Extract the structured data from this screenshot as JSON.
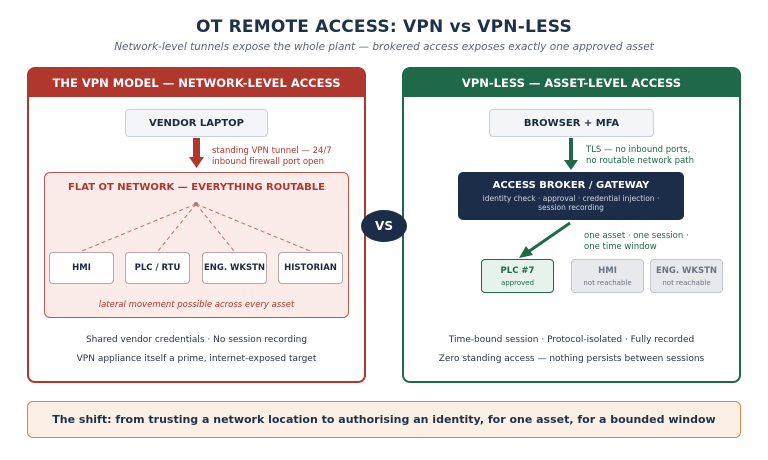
{
  "title": "OT REMOTE ACCESS: VPN vs VPN-LESS",
  "subtitle": "Network-level tunnels expose the whole plant — brokered access exposes exactly one approved asset",
  "vpn": {
    "heading": "THE VPN MODEL — NETWORK-LEVEL ACCESS",
    "laptop": "VENDOR LAPTOP",
    "tunnel_line1": "standing VPN tunnel — 24/7",
    "tunnel_line2": "inbound firewall port open",
    "network_title": "FLAT OT NETWORK — EVERYTHING ROUTABLE",
    "assets": [
      "HMI",
      "PLC / RTU",
      "ENG. WKSTN",
      "HISTORIAN"
    ],
    "lateral": "lateral movement possible across every asset",
    "footer1": "Shared vendor credentials  ·  No session recording",
    "footer2": "VPN appliance itself a prime, internet-exposed target"
  },
  "vpnless": {
    "heading": "VPN-LESS — ASSET-LEVEL ACCESS",
    "browser": "BROWSER + MFA",
    "tls_line1": "TLS — no inbound ports,",
    "tls_line2": "no routable network path",
    "broker_title": "ACCESS BROKER / GATEWAY",
    "broker_line1": "identity check · approval · credential injection ·",
    "broker_line2": "session recording",
    "scope_line1": "one asset · one session ·",
    "scope_line2": "one time window",
    "approved_asset": {
      "name": "PLC #7",
      "status": "approved"
    },
    "blocked_assets": [
      {
        "name": "HMI",
        "status": "not reachable"
      },
      {
        "name": "ENG. WKSTN",
        "status": "not reachable"
      }
    ],
    "footer1": "Time-bound session  ·  Protocol-isolated  ·  Fully recorded",
    "footer2": "Zero standing access — nothing persists between sessions"
  },
  "vs_label": "VS",
  "banner": "The shift: from trusting a network location to authorising an identity, for one asset, for a bounded window",
  "colors": {
    "vpn_red": "#b0372d",
    "vpnless_green": "#20684a",
    "navy": "#1b2d48",
    "banner_orange": "#e0833c"
  }
}
